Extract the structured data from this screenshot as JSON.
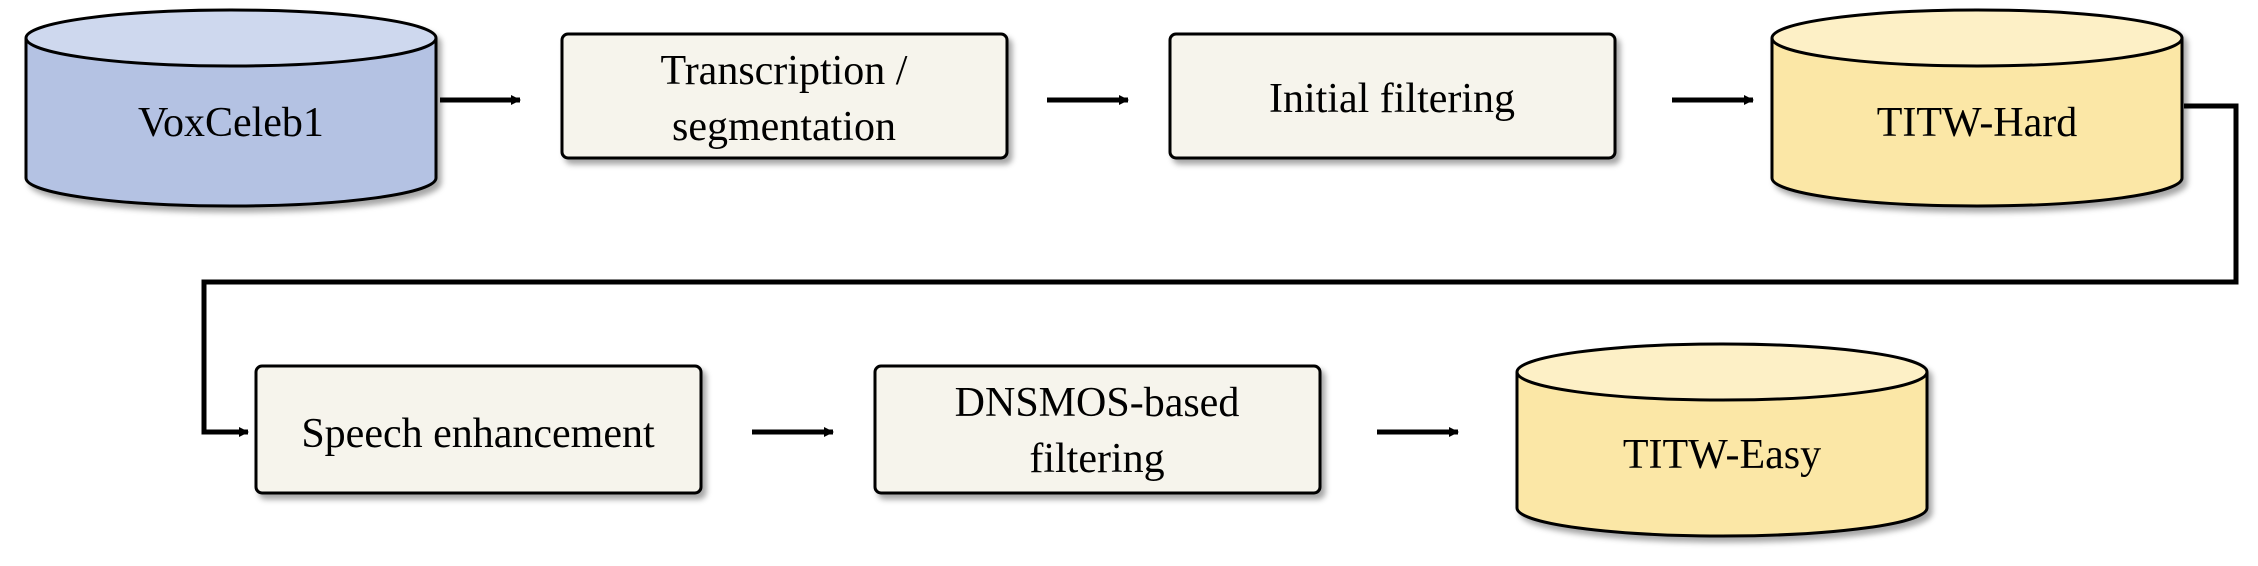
{
  "colors": {
    "source_fill": "#b4c2e3",
    "dataset_fill": "#fbe7a6",
    "process_fill": "#f6f4ec",
    "stroke": "#000000"
  },
  "nodes": {
    "voxceleb1": {
      "label": "VoxCeleb1",
      "kind": "database"
    },
    "transcription": {
      "line1": "Transcription /",
      "line2": "segmentation",
      "kind": "process"
    },
    "initial_filtering": {
      "label": "Initial filtering",
      "kind": "process"
    },
    "titw_hard": {
      "label": "TITW-Hard",
      "kind": "database"
    },
    "speech_enhancement": {
      "label": "Speech enhancement",
      "kind": "process"
    },
    "dnsmos": {
      "line1": "DNSMOS-based",
      "line2": "filtering",
      "kind": "process"
    },
    "titw_easy": {
      "label": "TITW-Easy",
      "kind": "database"
    }
  },
  "edges": [
    {
      "from": "VoxCeleb1",
      "to": "Transcription / segmentation"
    },
    {
      "from": "Transcription / segmentation",
      "to": "Initial filtering"
    },
    {
      "from": "Initial filtering",
      "to": "TITW-Hard"
    },
    {
      "from": "TITW-Hard",
      "to": "Speech enhancement"
    },
    {
      "from": "Speech enhancement",
      "to": "DNSMOS-based filtering"
    },
    {
      "from": "DNSMOS-based filtering",
      "to": "TITW-Easy"
    }
  ]
}
